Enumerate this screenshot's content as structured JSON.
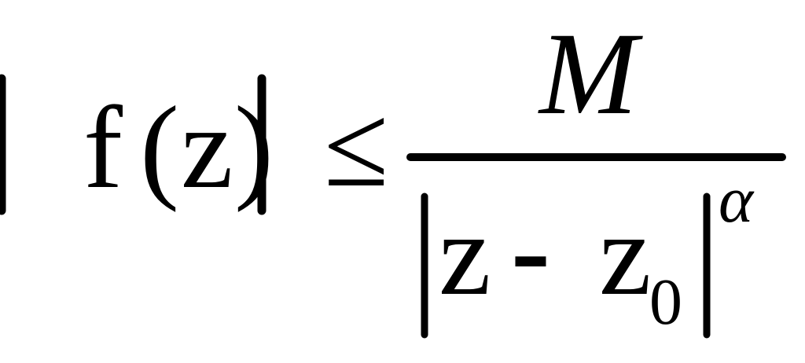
{
  "formula": {
    "lhs": {
      "function_name": "f",
      "open_paren": "(",
      "argument": "z",
      "close_paren": ")"
    },
    "relation": "≤",
    "fraction": {
      "numerator": "M",
      "denominator": {
        "variable": "z",
        "minus": "-",
        "center": "z",
        "center_subscript": "0",
        "exponent": "α"
      }
    }
  }
}
